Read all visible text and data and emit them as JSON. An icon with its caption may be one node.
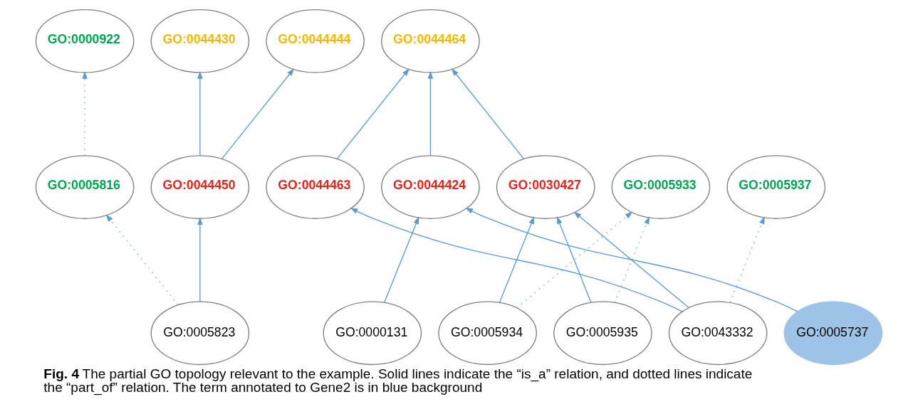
{
  "diagram": {
    "caption": "**Fig. 4** The partial GO topology relevant to the example. Solid lines indicate the “is_a” relation, and dotted lines indicate the “part_of” relation. The term annotated to Gene2 is in blue background",
    "nodes": [
      {
        "text": [
          "GO:0000922"
        ]
      },
      {
        "text": [
          "GO:0044430"
        ]
      },
      {
        "text": [
          "GO:0044444"
        ]
      },
      {
        "text": [
          "GO:0044464"
        ]
      },
      {
        "text": [
          "GO:0005816"
        ]
      },
      {
        "text": [
          "GO:0044450"
        ]
      },
      {
        "text": [
          "GO:0044463"
        ]
      },
      {
        "text": [
          "GO:0044424"
        ]
      },
      {
        "text": [
          "GO:0030427"
        ]
      },
      {
        "text": [
          "GO:0005933"
        ]
      },
      {
        "text": [
          "GO:0005937"
        ]
      },
      {
        "text": [
          "GO:0005823"
        ]
      },
      {
        "text": [
          "GO:0000131"
        ]
      },
      {
        "text": [
          "GO:0005934"
        ]
      },
      {
        "text": [
          "GO:0005935"
        ]
      },
      {
        "text": [
          "GO:0043332"
        ]
      },
      {
        "text": [
          "GO:0005737"
        ]
      }
    ],
    "edges": [
      {
        "from": 4,
        "to": 0,
        "arrow": "to",
        "style": "dashed"
      },
      {
        "from": 5,
        "to": 1,
        "arrow": "to"
      },
      {
        "from": 5,
        "to": 2,
        "arrow": "to"
      },
      {
        "from": 6,
        "to": 3,
        "arrow": "to"
      },
      {
        "from": 7,
        "to": 3,
        "arrow": "to"
      },
      {
        "from": 8,
        "to": 3,
        "arrow": "to"
      },
      {
        "from": 11,
        "to": 4,
        "arrow": "to",
        "style": "dashed"
      },
      {
        "from": 11,
        "to": 5,
        "arrow": "to"
      },
      {
        "from": 12,
        "to": 7,
        "arrow": "to"
      },
      {
        "from": 13,
        "to": 8,
        "arrow": "to"
      },
      {
        "from": 13,
        "to": 9,
        "arrow": "to",
        "style": "dashed"
      },
      {
        "from": 14,
        "to": 8,
        "arrow": "to"
      },
      {
        "from": 14,
        "to": 9,
        "arrow": "to",
        "style": "dashed"
      },
      {
        "from": 15,
        "to": 6,
        "arrow": "to"
      },
      {
        "from": 15,
        "to": 8,
        "arrow": "to"
      },
      {
        "from": 15,
        "to": 10,
        "arrow": "to",
        "style": "dashed"
      },
      {
        "from": 16,
        "to": 7,
        "arrow": "to"
      }
    ]
  }
}
